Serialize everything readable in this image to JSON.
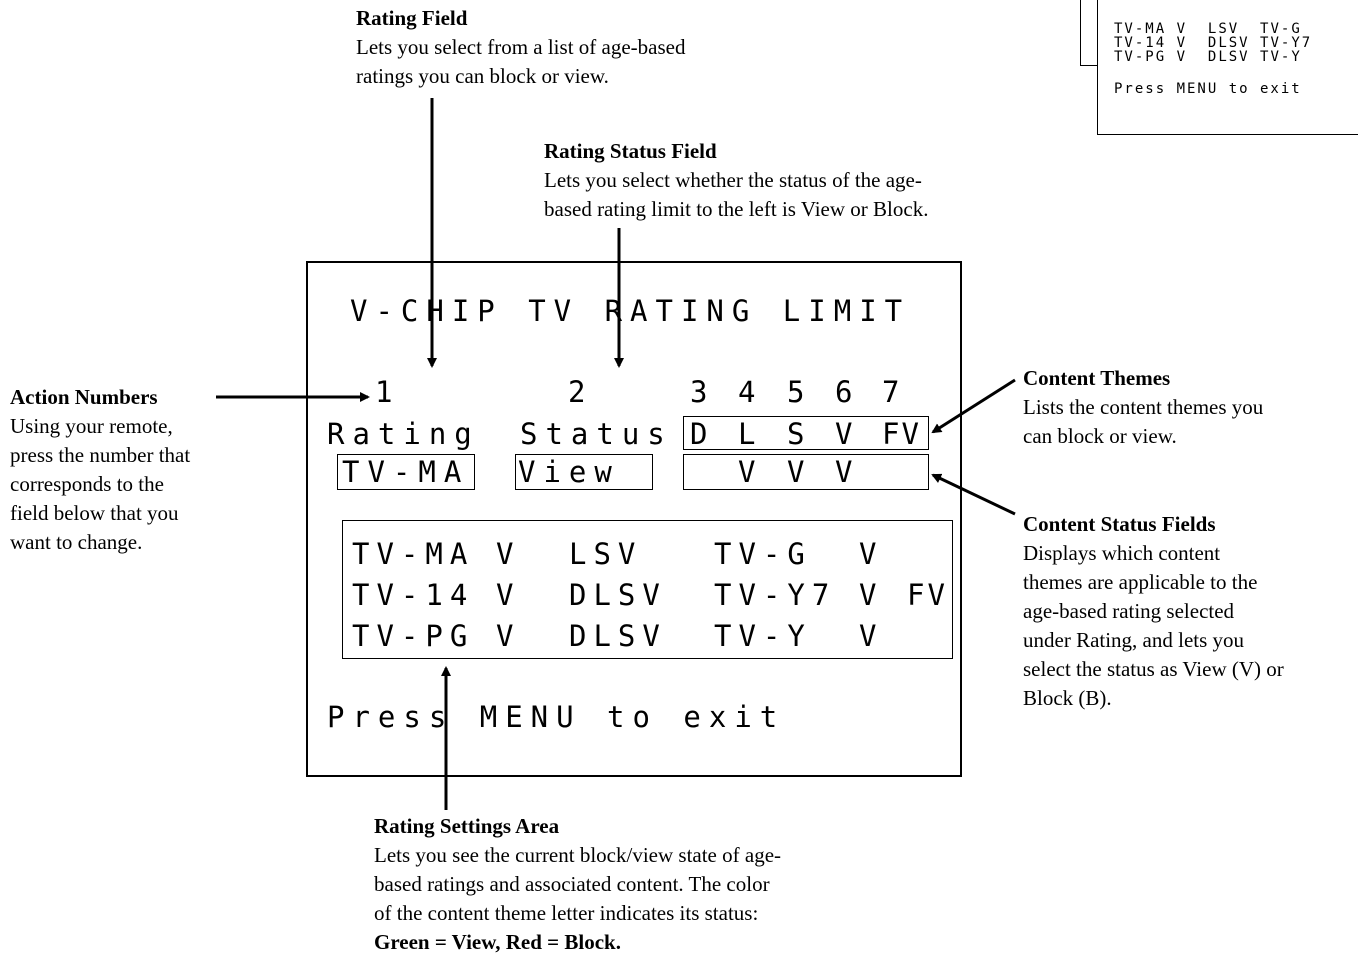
{
  "annotations": {
    "rating_field": {
      "heading": "Rating Field",
      "lines": [
        "Lets you select from a list of age-based",
        "ratings you can block or view."
      ]
    },
    "rating_status_field": {
      "heading": "Rating Status Field",
      "lines": [
        "Lets you select whether the status of the age-",
        "based rating limit to the left is View or Block."
      ]
    },
    "action_numbers": {
      "heading": "Action Numbers",
      "lines": [
        "Using your remote,",
        "press the number that",
        "corresponds to the",
        "field below that you",
        "want to change."
      ]
    },
    "content_themes": {
      "heading": "Content Themes",
      "lines": [
        "Lists the content themes you",
        "can block or view."
      ]
    },
    "content_status_fields": {
      "heading": "Content Status Fields",
      "lines": [
        "Displays which content",
        "themes are applicable to the",
        "age-based rating selected",
        "under Rating, and lets you",
        "select the status as View (V) or",
        "Block (B)."
      ]
    },
    "rating_settings_area": {
      "heading": "Rating Settings Area",
      "lines": [
        "Lets you see the current block/view state of age-",
        "based ratings and associated content. The color",
        "of the content theme letter indicates its status:",
        "Green = View, Red = Block."
      ]
    }
  },
  "screen": {
    "title": "V-CHIP TV RATING LIMIT",
    "action_numbers": [
      "1",
      "2",
      "3",
      "4",
      "5",
      "6",
      "7"
    ],
    "rating_label": "Rating",
    "status_label": "Status",
    "content_themes": [
      "D",
      "L",
      "S",
      "V",
      "FV"
    ],
    "selected_rating": "TV-MA",
    "selected_status": "View",
    "content_status": [
      "V",
      "V",
      "V"
    ],
    "settings_rows": [
      {
        "left_rating": "TV-MA",
        "left_v": "V",
        "left_themes": "LSV",
        "right_rating": "TV-G",
        "right_v": "V",
        "right_themes": ""
      },
      {
        "left_rating": "TV-14",
        "left_v": "V",
        "left_themes": "DLSV",
        "right_rating": "TV-Y7",
        "right_v": "V",
        "right_themes": "FV"
      },
      {
        "left_rating": "TV-PG",
        "left_v": "V",
        "left_themes": "DLSV",
        "right_rating": "TV-Y",
        "right_v": "V",
        "right_themes": ""
      }
    ],
    "exit_hint": "Press MENU to exit"
  },
  "inset": {
    "rows": [
      {
        "left_rating": "TV-MA",
        "left_v": "V",
        "left_themes": "LSV",
        "right_rating": "TV-G"
      },
      {
        "left_rating": "TV-14",
        "left_v": "V",
        "left_themes": "DLSV",
        "right_rating": "TV-Y7"
      },
      {
        "left_rating": "TV-PG",
        "left_v": "V",
        "left_themes": "DLSV",
        "right_rating": "TV-Y"
      }
    ],
    "exit_hint": "Press MENU to exit"
  }
}
